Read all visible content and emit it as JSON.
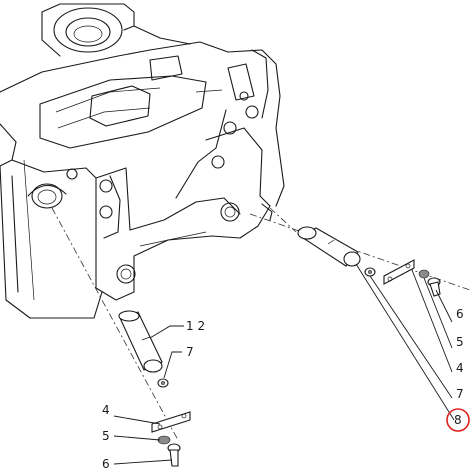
{
  "callouts": [
    {
      "id": "c12",
      "text": "1 2"
    },
    {
      "id": "c7a",
      "text": "7"
    },
    {
      "id": "c4a",
      "text": "4"
    },
    {
      "id": "c5a",
      "text": "5"
    },
    {
      "id": "c6a",
      "text": "6"
    },
    {
      "id": "c6b",
      "text": "6"
    },
    {
      "id": "c5b",
      "text": "5"
    },
    {
      "id": "c4b",
      "text": "4"
    },
    {
      "id": "c7b",
      "text": "7"
    },
    {
      "id": "c8",
      "text": "8"
    }
  ],
  "highlight": {
    "color": "#e0201b",
    "target": "c8"
  }
}
